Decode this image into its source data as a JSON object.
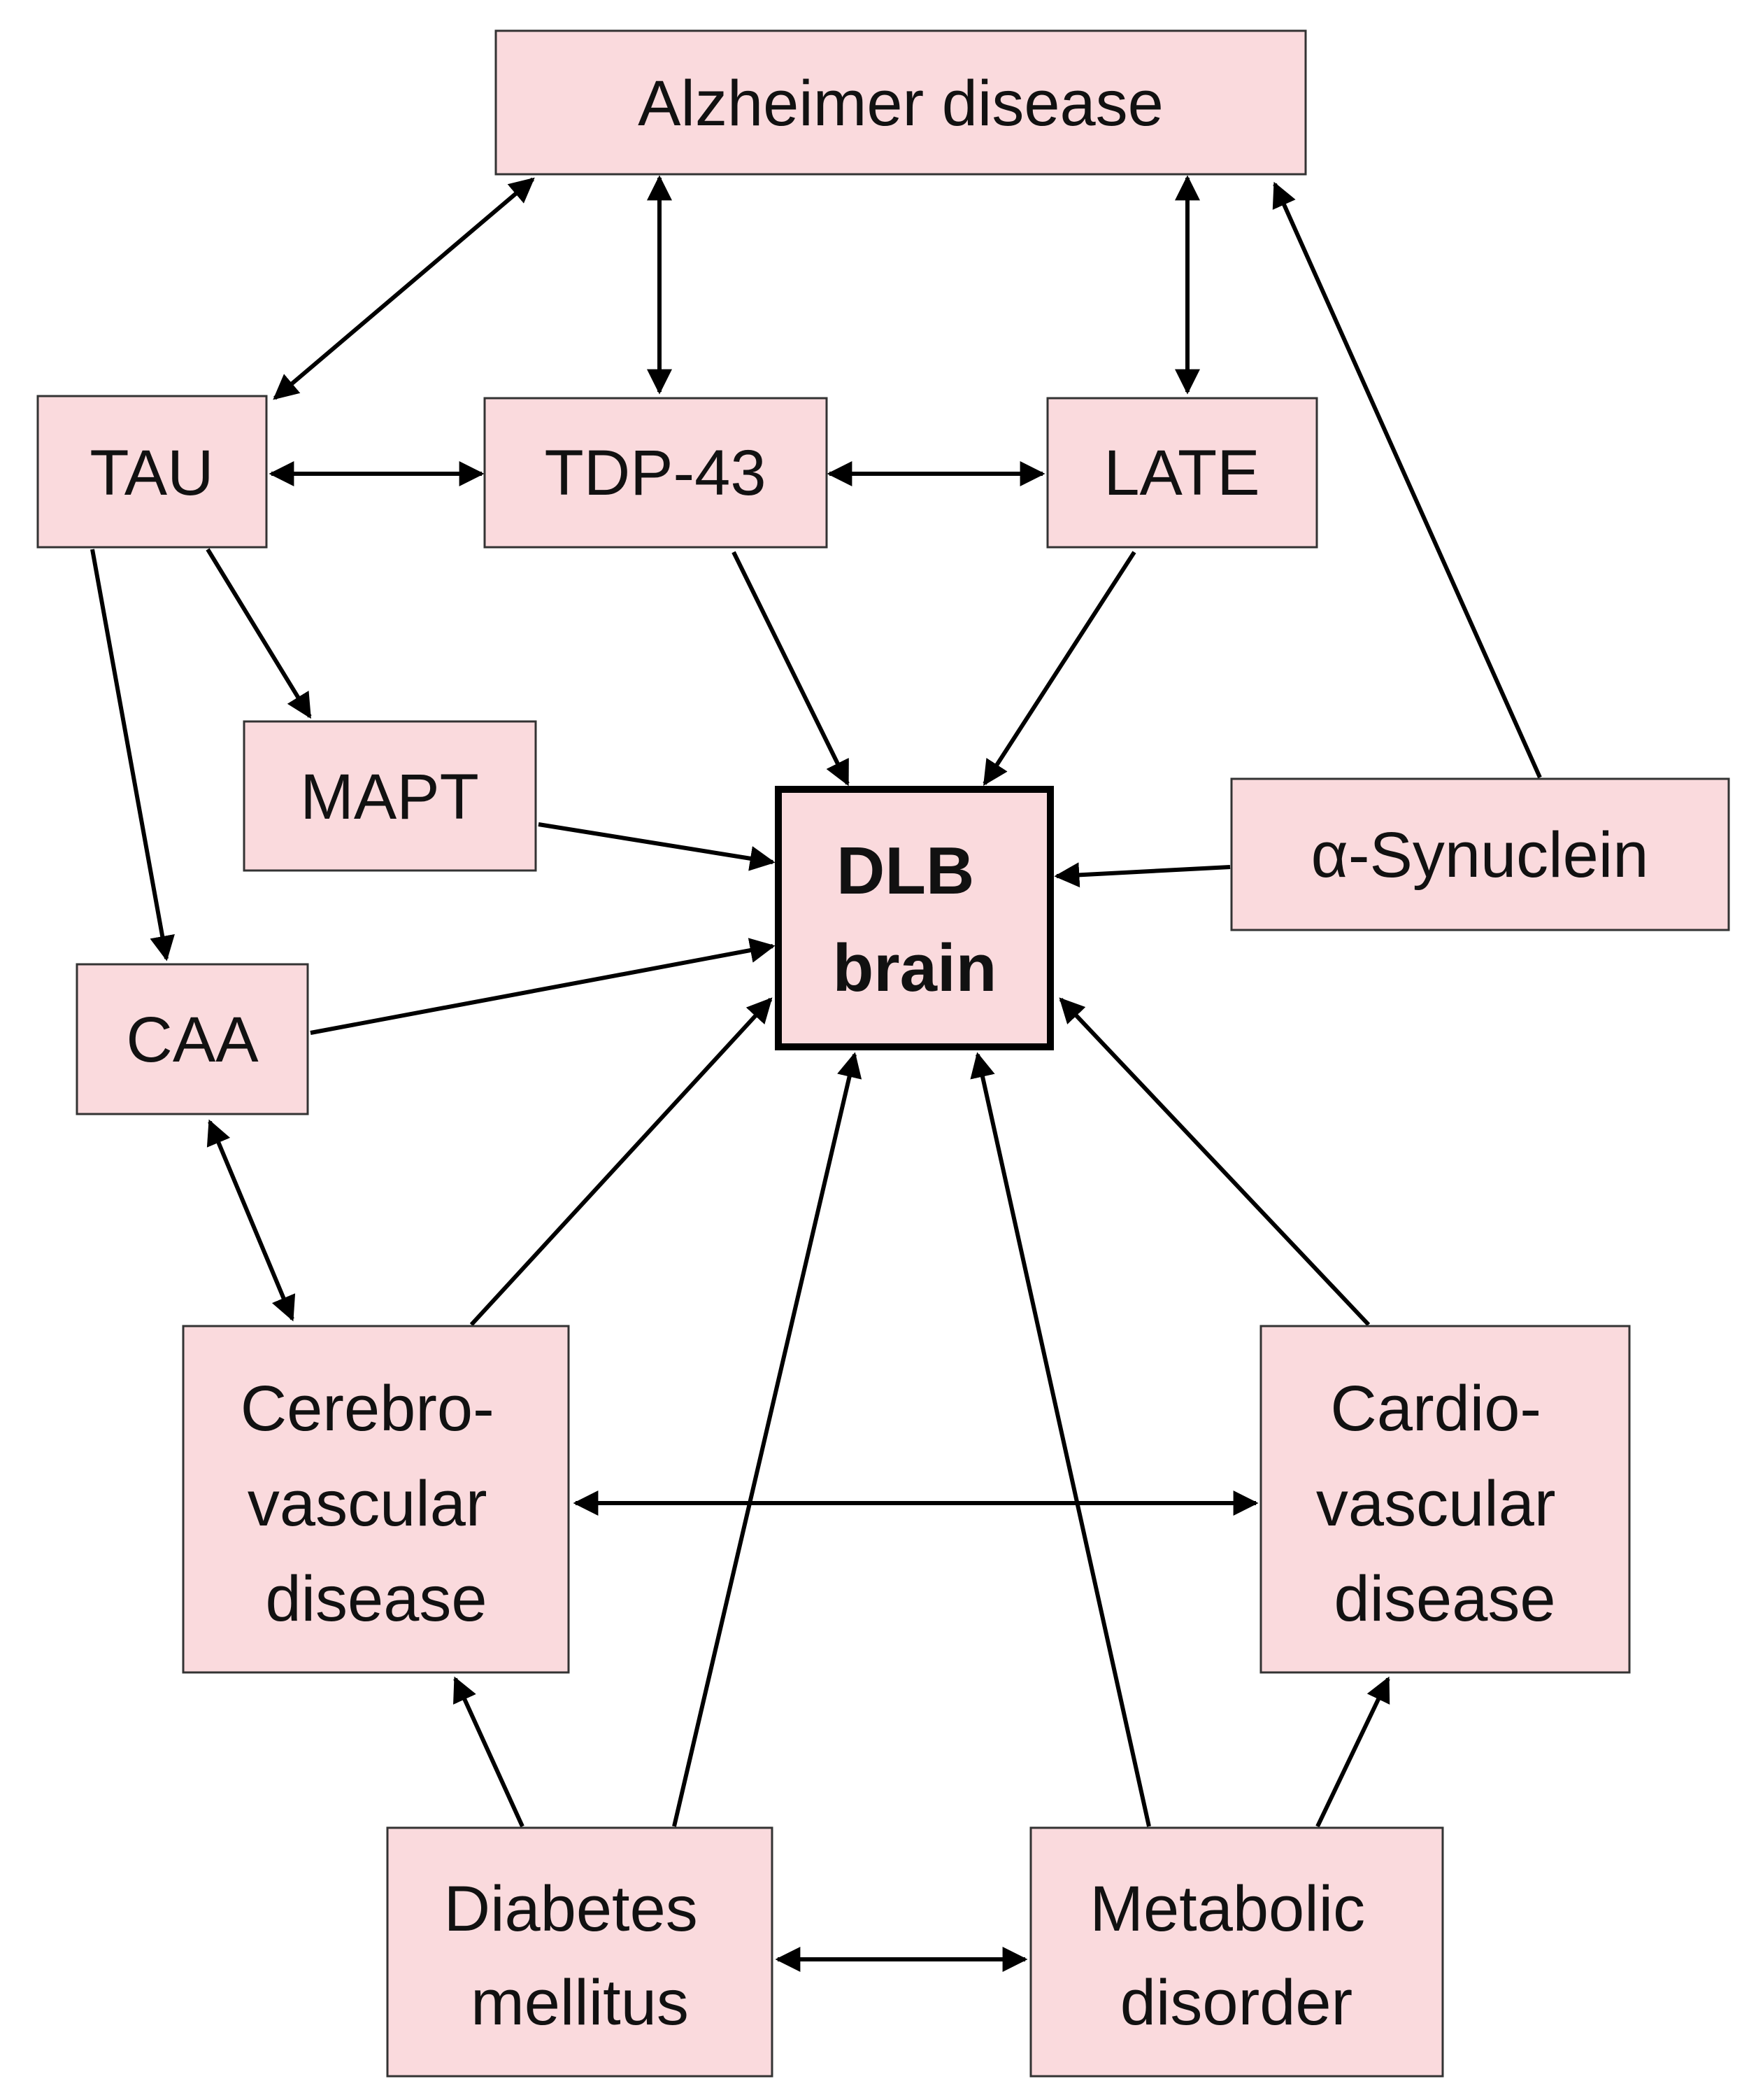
{
  "colors": {
    "node_fill": "#fadadd",
    "node_border": "#333333",
    "arrow": "#000000",
    "text": "#111111"
  },
  "nodes": {
    "alzheimer": {
      "lines": [
        "Alzheimer disease"
      ]
    },
    "tau": {
      "lines": [
        "TAU"
      ]
    },
    "tdp43": {
      "lines": [
        "TDP-43"
      ]
    },
    "late": {
      "lines": [
        "LATE"
      ]
    },
    "mapt": {
      "lines": [
        "MAPT"
      ]
    },
    "dlb": {
      "lines": [
        "DLB",
        "brain"
      ]
    },
    "synuclein": {
      "lines": [
        "α-Synuclein"
      ]
    },
    "caa": {
      "lines": [
        "CAA"
      ]
    },
    "cerebro": {
      "lines": [
        "Cerebro-",
        "vascular",
        "disease"
      ]
    },
    "cardio": {
      "lines": [
        "Cardio-",
        "vascular",
        "disease"
      ]
    },
    "diabetes": {
      "lines": [
        "Diabetes",
        "mellitus"
      ]
    },
    "metabolic": {
      "lines": [
        "Metabolic",
        "disorder"
      ]
    }
  },
  "edges": [
    {
      "from": "tau",
      "to": "alzheimer",
      "direction": "both"
    },
    {
      "from": "tdp43",
      "to": "alzheimer",
      "direction": "both"
    },
    {
      "from": "late",
      "to": "alzheimer",
      "direction": "both"
    },
    {
      "from": "synuclein",
      "to": "alzheimer",
      "direction": "forward"
    },
    {
      "from": "tau",
      "to": "tdp43",
      "direction": "both"
    },
    {
      "from": "tdp43",
      "to": "late",
      "direction": "both"
    },
    {
      "from": "tau",
      "to": "mapt",
      "direction": "forward"
    },
    {
      "from": "tau",
      "to": "caa",
      "direction": "forward"
    },
    {
      "from": "tdp43",
      "to": "dlb",
      "direction": "forward"
    },
    {
      "from": "late",
      "to": "dlb",
      "direction": "forward"
    },
    {
      "from": "mapt",
      "to": "dlb",
      "direction": "forward"
    },
    {
      "from": "synuclein",
      "to": "dlb",
      "direction": "forward"
    },
    {
      "from": "caa",
      "to": "dlb",
      "direction": "forward"
    },
    {
      "from": "caa",
      "to": "cerebro",
      "direction": "both"
    },
    {
      "from": "cerebro",
      "to": "dlb",
      "direction": "forward"
    },
    {
      "from": "cardio",
      "to": "dlb",
      "direction": "forward"
    },
    {
      "from": "diabetes",
      "to": "dlb",
      "direction": "forward"
    },
    {
      "from": "metabolic",
      "to": "dlb",
      "direction": "forward"
    },
    {
      "from": "cerebro",
      "to": "cardio",
      "direction": "both"
    },
    {
      "from": "diabetes",
      "to": "cerebro",
      "direction": "forward"
    },
    {
      "from": "metabolic",
      "to": "cardio",
      "direction": "forward"
    },
    {
      "from": "diabetes",
      "to": "metabolic",
      "direction": "both"
    }
  ]
}
